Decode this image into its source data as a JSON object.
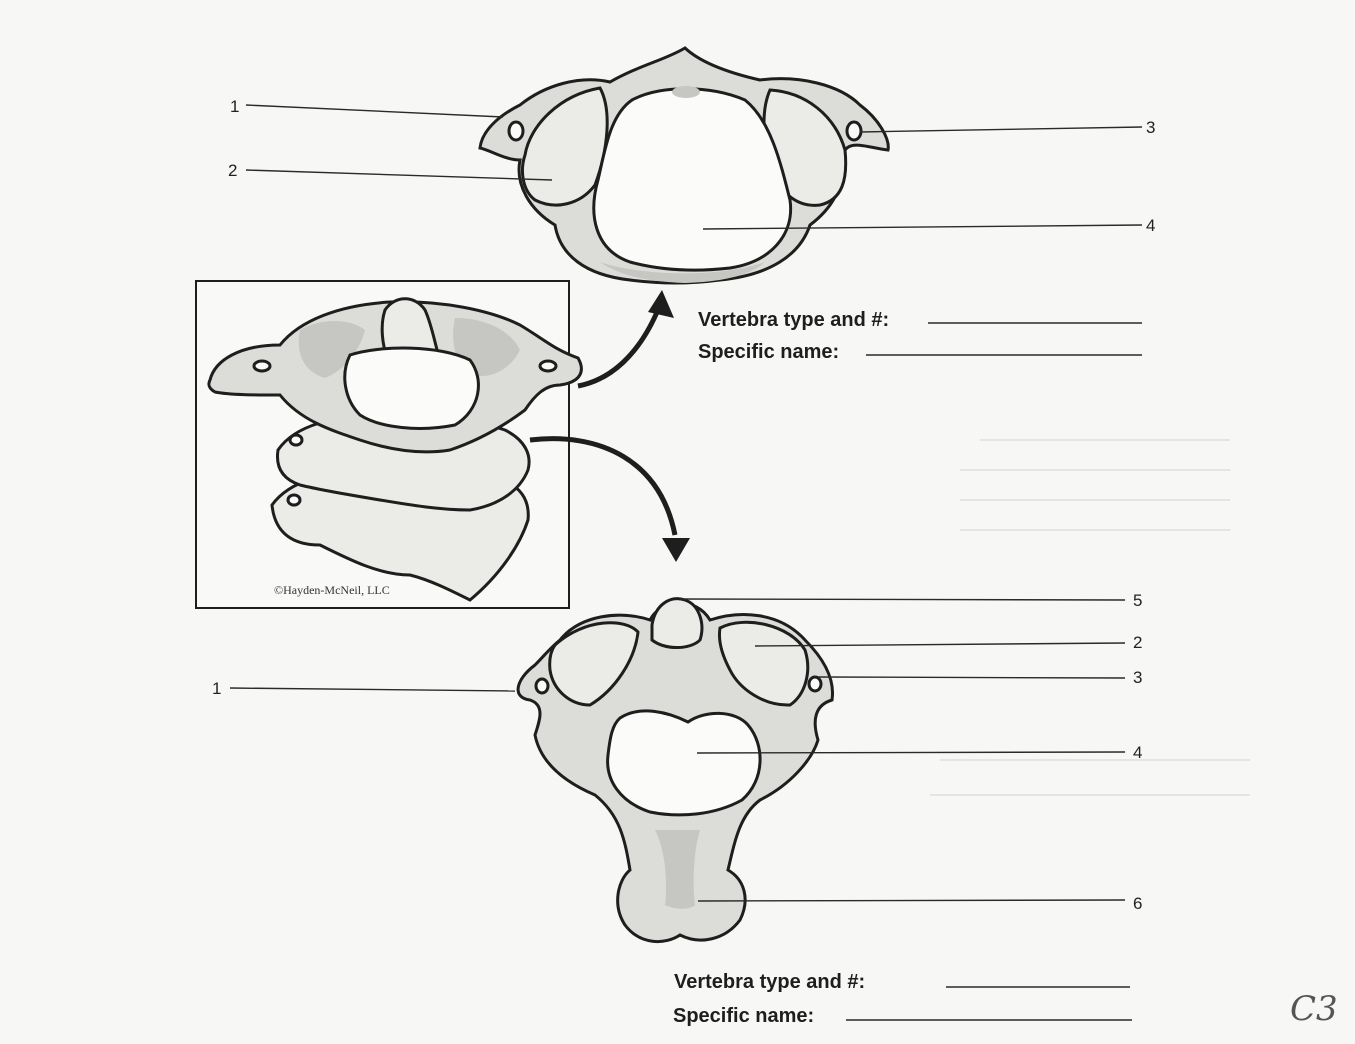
{
  "top_vertebra": {
    "labels": [
      "1",
      "2",
      "3",
      "4"
    ],
    "type_prompt": "Vertebra type and #:",
    "name_prompt": "Specific name:"
  },
  "bottom_vertebra": {
    "labels": [
      "1",
      "5",
      "2",
      "3",
      "4",
      "6"
    ],
    "type_prompt": "Vertebra type and #:",
    "name_prompt": "Specific name:"
  },
  "inset": {
    "credit": "©Hayden-McNeil, LLC"
  },
  "handwriting": {
    "corner_note": "C3"
  },
  "colors": {
    "paper": "#f7f7f5",
    "ink": "#1e1e1e",
    "bone_fill": "#dcdcd8"
  }
}
